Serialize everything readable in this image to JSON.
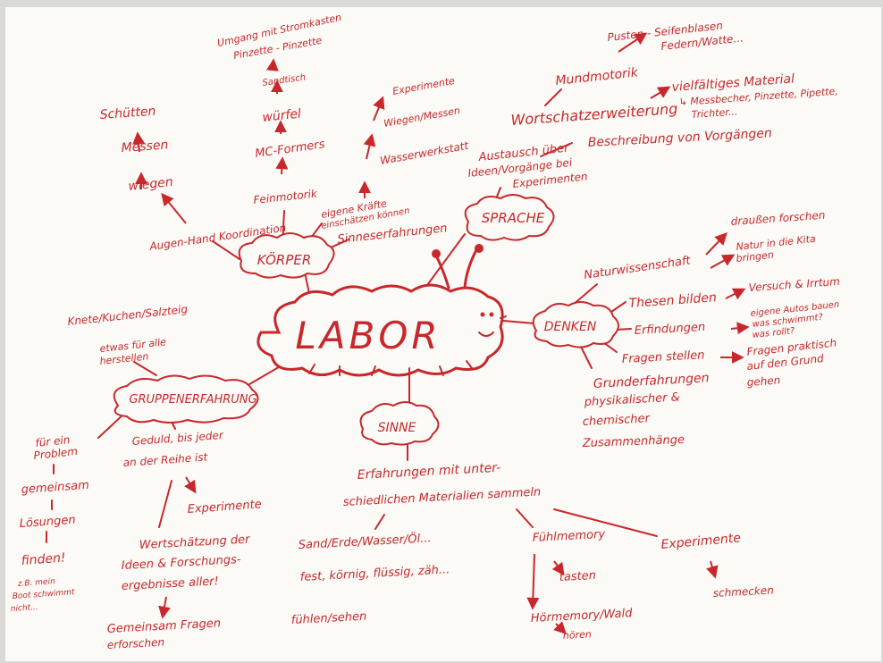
{
  "paper_color": "#fbfaf6",
  "ink_color": "#c8282c",
  "center": {
    "label": "LABOR"
  },
  "categories": {
    "koerper": "KÖRPER",
    "sprache": "SPRACHE",
    "denken": "DENKEN",
    "sinne": "SINNE",
    "gruppe": "GRUPPENERFAHRUNG"
  },
  "koerper": {
    "augen_hand": "Augen-Hand Koordination",
    "wiegen": "wiegen",
    "messen": "Messen",
    "schuetten": "Schütten",
    "feinmotorik": "Feinmotorik",
    "mc_formers": "MC-Formers",
    "wuerfel": "würfel",
    "sandtisch": "Sandtisch",
    "pinzette": "Pinzette - Pinzette",
    "umgang": "Umgang mit Stromkasten",
    "kraefte_line1": "eigene Kräfte",
    "kraefte_line2": "einschätzen können",
    "wasserwerkstatt": "Wasserwerkstatt",
    "wiegen_messen": "Wiegen/Messen",
    "experimente": "Experimente",
    "sinneserfahrungen": "Sinneserfahrungen"
  },
  "sprache": {
    "austausch_line1": "Austausch über",
    "austausch_line2": "Ideen/Vorgänge bei",
    "austausch_line3": "Experimenten",
    "beschreibung": "Beschreibung von Vorgängen",
    "wortschatz": "Wortschatzerweiterung",
    "mundmotorik": "Mundmotorik",
    "pusten": "Pusten - Seifenblasen",
    "federn": "Federn/Watte...",
    "material": "vielfältiges Material",
    "material_detail1": "↳ Messbecher, Pinzette, Pipette,",
    "material_detail2": "Trichter..."
  },
  "denken": {
    "naturwissenschaft": "Naturwissenschaft",
    "draussen": "draußen forschen",
    "natur_line1": "Natur in die Kita",
    "natur_line2": "bringen",
    "thesen": "Thesen bilden",
    "versuch": "Versuch & Irrtum",
    "erfindungen": "Erfindungen",
    "autos_line1": "eigene Autos bauen",
    "autos_line2": "was schwimmt?",
    "autos_line3": "was rollt?",
    "fragen_stellen": "Fragen stellen",
    "fragen_line1": "Fragen praktisch",
    "fragen_line2": "auf den Grund",
    "fragen_line3": "gehen",
    "grund_line1": "Grunderfahrungen",
    "grund_line2": "physikalischer &",
    "grund_line3": "chemischer",
    "grund_line4": "Zusammenhänge"
  },
  "sinne": {
    "erf_line1": "Erfahrungen mit unter-",
    "erf_line2": "schiedlichen Materialien sammeln",
    "sand": "Sand/Erde/Wasser/Öl...",
    "fest": "fest, körnig, flüssig, zäh...",
    "fuehlen": "fühlen/sehen",
    "fuehlmemory": "Fühlmemory",
    "tasten": "tasten",
    "hoermemory": "Hörmemory/Wald",
    "hoeren": "hören",
    "experimente": "Experimente",
    "schmecken": "schmecken"
  },
  "gruppe": {
    "knete": "Knete/Kuchen/Salzteig",
    "etwas_line1": "etwas für alle",
    "etwas_line2": "herstellen",
    "problem_line1": "für ein",
    "problem_line2": "Problem",
    "gemeinsam": "gemeinsam",
    "loesungen": "Lösungen",
    "finden": "finden!",
    "boot_line1": "z.B. mein",
    "boot_line2": "Boot schwimmt",
    "boot_line3": "nicht...",
    "geduld_line1": "Geduld, bis jeder",
    "geduld_line2": "an der Reihe ist",
    "experimente": "Experimente",
    "wert_line1": "Wertschätzung der",
    "wert_line2": "Ideen & Forschungs-",
    "wert_line3": "ergebnisse aller!",
    "gem_line1": "Gemeinsam Fragen",
    "gem_line2": "erforschen"
  }
}
